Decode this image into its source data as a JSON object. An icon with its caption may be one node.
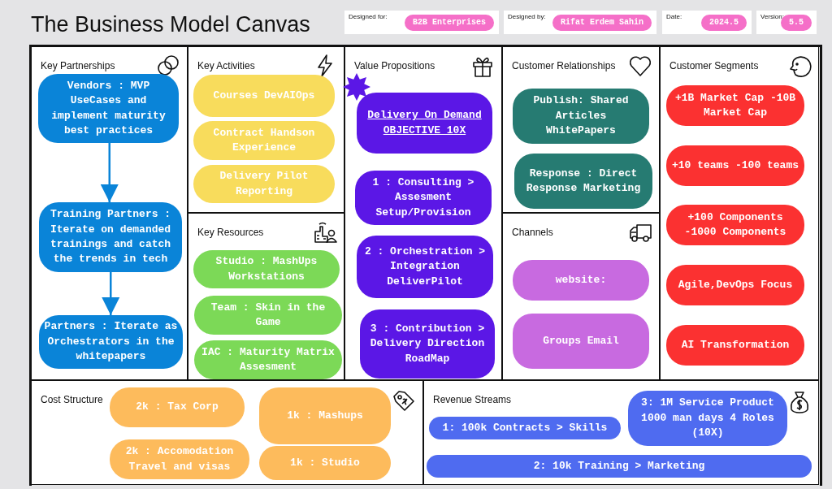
{
  "diagram": {
    "title": "The Business Model Canvas",
    "nodes": [
      {
        "text": [
          "Designed for:",
          "B2B Enterprises"
        ]
      },
      {
        "text": [
          "Designed by:",
          "Rifat Erdem Sahin"
        ]
      },
      {
        "text": [
          "Date:",
          "2024.5"
        ]
      },
      {
        "text": [
          "Version:",
          "5.5"
        ]
      },
      {
        "text": [
          "Key Partnerships"
        ]
      },
      {
        "text": [
          "Vendors : MVP UseCases and implement maturity best practices"
        ],
        "in": 4
      },
      {
        "text": [
          "Training Partners : Iterate on demanded trainings and catch the trends in tech"
        ],
        "in": 4
      },
      {
        "text": [
          "Partners : Iterate as Orchestrators in the whitepapers"
        ],
        "in": 4
      },
      {
        "text": [
          "Key Activities"
        ]
      },
      {
        "text": [
          "Courses DevAIOps"
        ],
        "in": 8
      },
      {
        "text": [
          "Contract Handson Experience"
        ],
        "in": 8
      },
      {
        "text": [
          "Delivery Pilot Reporting"
        ],
        "in": 8
      },
      {
        "text": [
          "Key Resources"
        ]
      },
      {
        "text": [
          "Studio : MashUps Workstations"
        ],
        "in": 12
      },
      {
        "text": [
          "Team : Skin in the Game"
        ],
        "in": 12
      },
      {
        "text": [
          "IAC : Maturity Matrix Assesment"
        ],
        "in": 12
      },
      {
        "text": [
          "Value Propositions"
        ]
      },
      {
        "text": [
          "Delivery On Demand OBJECTIVE 10X"
        ],
        "in": 16
      },
      {
        "text": [
          "1 : Consulting > Assesment Setup/Provision"
        ],
        "in": 16
      },
      {
        "text": [
          "2 : Orchestration > Integration DeliverPilot"
        ],
        "in": 16
      },
      {
        "text": [
          "3 : Contribution > Delivery Direction RoadMap"
        ],
        "in": 16
      },
      {
        "text": [
          "Customer Relationships"
        ]
      },
      {
        "text": [
          "Publish: Shared Articles WhitePapers"
        ],
        "in": 21
      },
      {
        "text": [
          "Response : Direct Response Marketing"
        ],
        "in": 21
      },
      {
        "text": [
          "Channels"
        ]
      },
      {
        "text": [
          "website:"
        ],
        "in": 24
      },
      {
        "text": [
          "Groups Email"
        ],
        "in": 24
      },
      {
        "text": [
          "Customer Segments"
        ]
      },
      {
        "text": [
          "+1B  Market Cap -10B Market Cap"
        ],
        "in": 27
      },
      {
        "text": [
          "+10 teams -100 teams"
        ],
        "in": 27
      },
      {
        "text": [
          "+100 Components -1000 Components"
        ],
        "in": 27
      },
      {
        "text": [
          "Agile,DevOps Focus"
        ],
        "in": 27
      },
      {
        "text": [
          "AI Transformation"
        ],
        "in": 27
      },
      {
        "text": [
          "Cost Structure"
        ]
      },
      {
        "text": [
          "2k : Tax Corp"
        ],
        "in": 33
      },
      {
        "text": [
          "1k : Mashups"
        ],
        "in": 33
      },
      {
        "text": [
          "2k : Accomodation Travel and visas"
        ],
        "in": 33
      },
      {
        "text": [
          "1k : Studio"
        ],
        "in": 33
      },
      {
        "text": [
          "Revenue Streams"
        ]
      },
      {
        "text": [
          "1: 100k Contracts > Skills"
        ],
        "in": 38
      },
      {
        "text": [
          "3: 1M Service Product 1000 man days 4 Roles (10X)"
        ],
        "in": 38
      },
      {
        "text": [
          "2: 10k Training > Marketing"
        ],
        "in": 38
      }
    ],
    "edges": [
      {
        "from": 5,
        "to": 6,
        "arrow": "to"
      },
      {
        "from": 6,
        "to": 7,
        "arrow": "to"
      }
    ]
  }
}
